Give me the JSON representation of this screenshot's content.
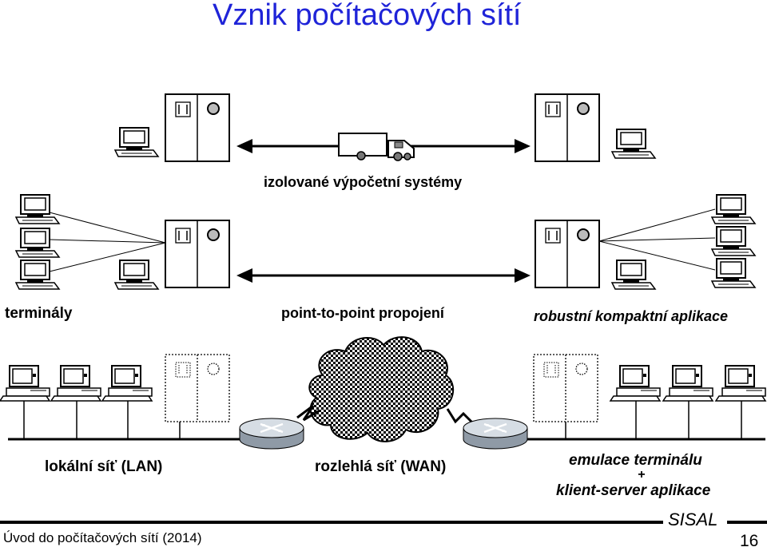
{
  "title": "Vznik počítačových sítí",
  "labels": {
    "isolated": "izolované výpočetní systémy",
    "terminals": "terminály",
    "point_to_point": "point-to-point propojení",
    "robust": "robustní kompaktní aplikace",
    "lan": "lokální síť (LAN)",
    "wan": "rozlehlá síť (WAN)",
    "emulation": "emulace terminálu",
    "plus": "+",
    "client_server": "klient-server aplikace"
  },
  "footer": {
    "course": "Úvod do počítačových sítí (2014)",
    "brand": "SISAL",
    "page": "16"
  },
  "icons": [
    "terminal-icon",
    "mainframe-icon",
    "truck-icon",
    "cloud-icon",
    "router-icon",
    "workstation-icon",
    "lightning-link-icon",
    "double-arrow-icon"
  ]
}
